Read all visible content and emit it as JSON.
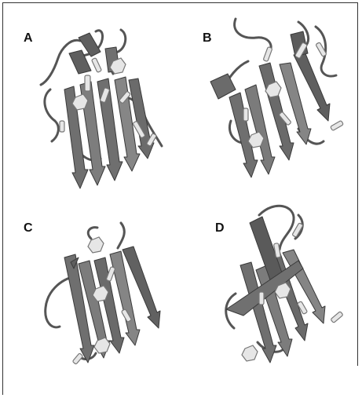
{
  "panels": [
    {
      "id": "a",
      "label": "A"
    },
    {
      "id": "b",
      "label": "B"
    },
    {
      "id": "c",
      "label": "C"
    },
    {
      "id": "d",
      "label": "D"
    }
  ],
  "colors": {
    "strand_fill": "#6f6f6f",
    "strand_edge": "#3a3a3a",
    "strand_light": "#9a9a9a",
    "loop": "#555555",
    "sidechain": "#e6e6e6",
    "sidechain_edge": "#777777",
    "frame": "#333333"
  }
}
